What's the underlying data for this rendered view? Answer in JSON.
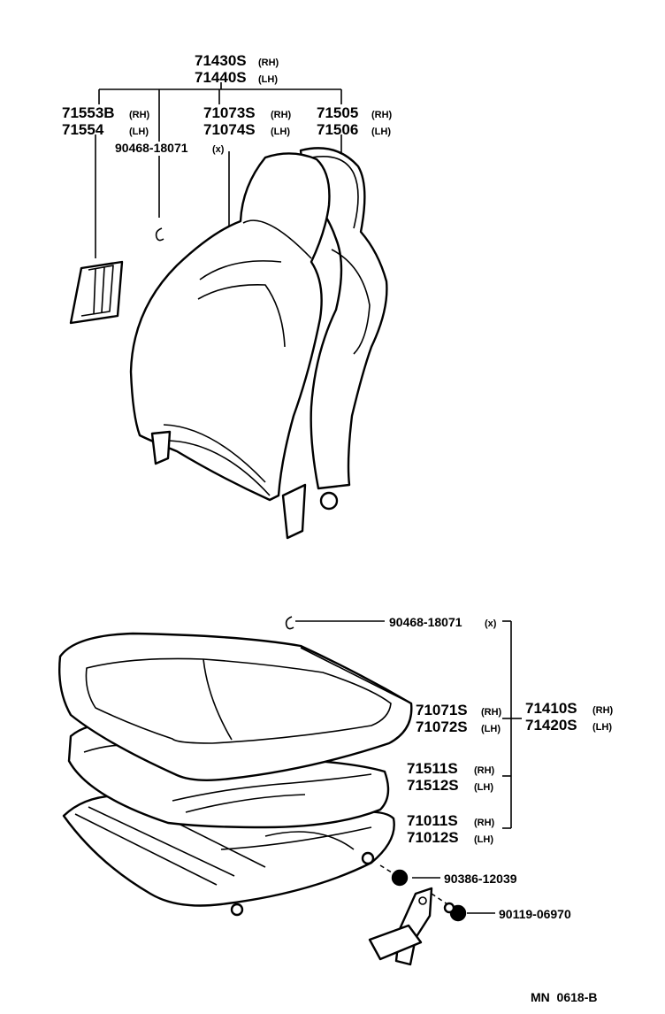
{
  "upper_assembly": {
    "part_rh": "71430S",
    "part_lh": "71440S",
    "side_rh": "(RH)",
    "side_lh": "(LH)"
  },
  "backboard": {
    "part_rh": "71553B",
    "part_lh": "71554",
    "side_rh": "(RH)",
    "side_lh": "(LH)"
  },
  "back_cover": {
    "part_rh": "71073S",
    "part_lh": "71074S",
    "side_rh": "(RH)",
    "side_lh": "(LH)"
  },
  "back_pad": {
    "part_rh": "71505",
    "part_lh": "71506",
    "side_rh": "(RH)",
    "side_lh": "(LH)"
  },
  "hog_ring_upper": {
    "part": "90468-18071",
    "mark": "(x)"
  },
  "hog_ring_lower": {
    "part": "90468-18071",
    "mark": "(x)"
  },
  "cushion_cover": {
    "part_rh": "71071S",
    "part_lh": "71072S",
    "side_rh": "(RH)",
    "side_lh": "(LH)"
  },
  "cushion_assembly": {
    "part_rh": "71410S",
    "part_lh": "71420S",
    "side_rh": "(RH)",
    "side_lh": "(LH)"
  },
  "cushion_pad": {
    "part_rh": "71511S",
    "part_lh": "71512S",
    "side_rh": "(RH)",
    "side_lh": "(LH)"
  },
  "cushion_frame": {
    "part_rh": "71011S",
    "part_lh": "71012S",
    "side_rh": "(RH)",
    "side_lh": "(LH)"
  },
  "nut": {
    "part": "90386-12039"
  },
  "bolt": {
    "part": "90119-06970"
  },
  "diagram_code": "MN  0618-B"
}
